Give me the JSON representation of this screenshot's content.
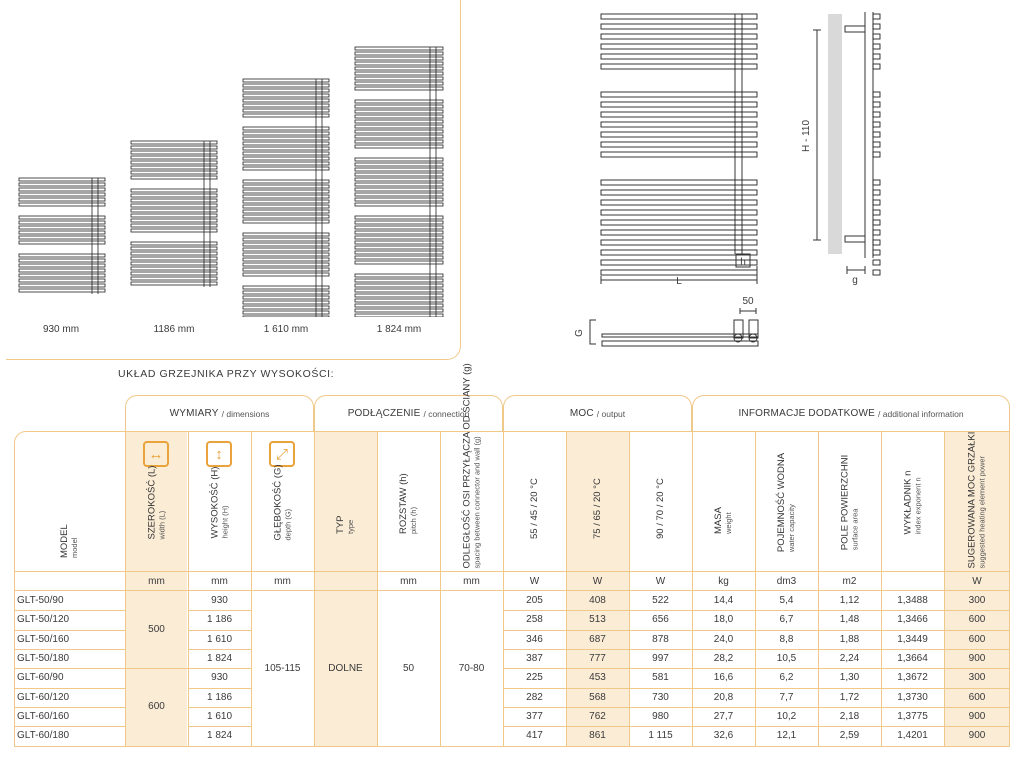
{
  "heights": [
    "930 mm",
    "1186 mm",
    "1 610 mm",
    "1 824 mm"
  ],
  "layout_caption": "UKŁAD GRZEJNIKA PRZY WYSOKOŚCI:",
  "drawing_labels": {
    "L": "L",
    "h": "h",
    "H": "H - 110",
    "g": "g",
    "G": "G",
    "pitch": "50"
  },
  "groups": [
    {
      "main": "WYMIARY",
      "sub": "/ dimensions"
    },
    {
      "main": "PODŁĄCZENIE",
      "sub": "/ connection"
    },
    {
      "main": "MOC",
      "sub": "/ output"
    },
    {
      "main": "INFORMACJE DODATKOWE",
      "sub": "/ additional information"
    }
  ],
  "icons": [
    "width-arrows-icon",
    "height-arrows-icon",
    "depth-arrows-icon"
  ],
  "columns": [
    {
      "main": "MODEL",
      "sub": "model",
      "unit": ""
    },
    {
      "main": "SZEROKOŚĆ (L)",
      "sub": "width (L)",
      "unit": "mm"
    },
    {
      "main": "WYSOKOŚĆ (H)",
      "sub": "height (H)",
      "unit": "mm"
    },
    {
      "main": "GŁĘBOKOŚĆ (G)",
      "sub": "depth (G)",
      "unit": "mm"
    },
    {
      "main": "TYP",
      "sub": "type",
      "unit": ""
    },
    {
      "main": "ROZSTAW (h)",
      "sub": "pitch (h)",
      "unit": "mm"
    },
    {
      "main": "ODLEGŁOŚĆ OSI PRZYŁĄCZA OD ŚCIANY (g)",
      "sub": "spacing between connector and wall (g)",
      "unit": "mm"
    },
    {
      "main": "55 / 45 / 20 °C",
      "sub": "",
      "unit": "W"
    },
    {
      "main": "75 / 65 / 20 °C",
      "sub": "",
      "unit": "W"
    },
    {
      "main": "90 / 70 / 20 °C",
      "sub": "",
      "unit": "W"
    },
    {
      "main": "MASA",
      "sub": "weight",
      "unit": "kg"
    },
    {
      "main": "POJEMNOŚĆ WODNA",
      "sub": "water capacity",
      "unit": "dm3"
    },
    {
      "main": "POLE POWIERZCHNI",
      "sub": "surface area",
      "unit": "m2"
    },
    {
      "main": "WYKŁADNIK n",
      "sub": "index exponent n",
      "unit": ""
    },
    {
      "main": "SUGEROWANA MOC GRZAŁKI",
      "sub": "suggested heating element power",
      "unit": "W"
    }
  ],
  "merged": {
    "width_a": "500",
    "width_b": "600",
    "depth": "105-115",
    "type": "DOLNE",
    "pitch": "50",
    "spacing": "70-80"
  },
  "rows": [
    [
      "GLT-50/90",
      "930",
      "205",
      "408",
      "522",
      "14,4",
      "5,4",
      "1,12",
      "1,3488",
      "300"
    ],
    [
      "GLT-50/120",
      "1 186",
      "258",
      "513",
      "656",
      "18,0",
      "6,7",
      "1,48",
      "1,3466",
      "600"
    ],
    [
      "GLT-50/160",
      "1 610",
      "346",
      "687",
      "878",
      "24,0",
      "8,8",
      "1,88",
      "1,3449",
      "600"
    ],
    [
      "GLT-50/180",
      "1 824",
      "387",
      "777",
      "997",
      "28,2",
      "10,5",
      "2,24",
      "1,3664",
      "900"
    ],
    [
      "GLT-60/90",
      "930",
      "225",
      "453",
      "581",
      "16,6",
      "6,2",
      "1,30",
      "1,3672",
      "300"
    ],
    [
      "GLT-60/120",
      "1 186",
      "282",
      "568",
      "730",
      "20,8",
      "7,7",
      "1,72",
      "1,3730",
      "600"
    ],
    [
      "GLT-60/160",
      "1 610",
      "377",
      "762",
      "980",
      "27,7",
      "10,2",
      "2,18",
      "1,3775",
      "900"
    ],
    [
      "GLT-60/180",
      "1 824",
      "417",
      "861",
      "1 115",
      "32,6",
      "12,1",
      "2,59",
      "1,4201",
      "900"
    ]
  ],
  "accent": "#e9a33a",
  "line": "#f0c98a",
  "shade": "#fbecd6"
}
